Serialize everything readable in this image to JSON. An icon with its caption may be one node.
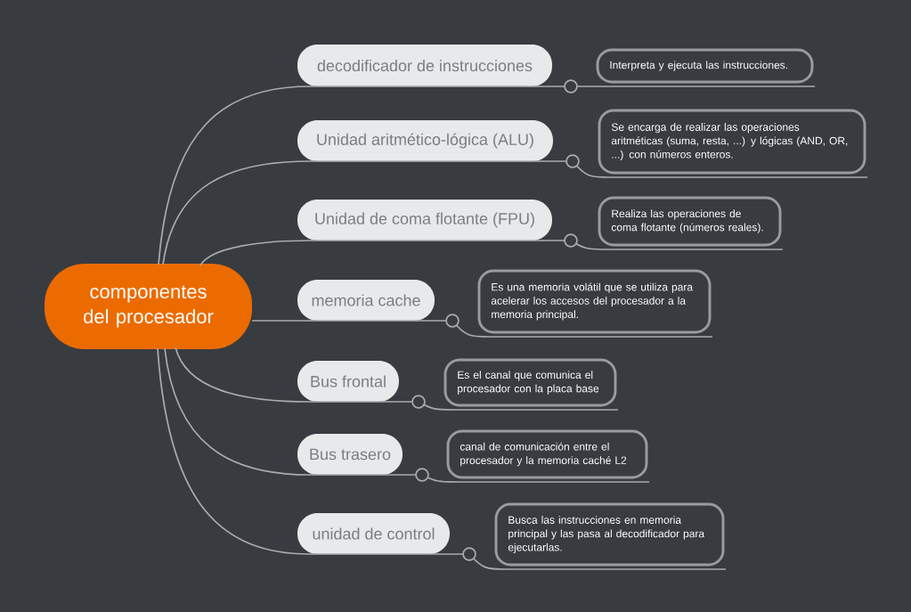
{
  "diagram": {
    "nodes": [
      {
        "text": [
          "componentes del procesador"
        ]
      },
      {
        "text": [
          "decodificador de instrucciones"
        ]
      },
      {
        "text": [
          "Unidad aritmético-lógica (ALU)"
        ]
      },
      {
        "text": [
          "Unidad de coma flotante (FPU)"
        ]
      },
      {
        "text": [
          "memoria cache"
        ]
      },
      {
        "text": [
          "Bus frontal"
        ]
      },
      {
        "text": [
          "Bus trasero"
        ]
      },
      {
        "text": [
          "unidad de control"
        ]
      },
      {
        "text": [
          "Interpreta y ejecuta las instrucciones."
        ]
      },
      {
        "text": [
          "Se encarga de realizar las operaciones aritméticas (suma, resta, ...) y lógicas (AND, OR, ...) con números enteros."
        ]
      },
      {
        "text": [
          "Realiza las operaciones de coma flotante (números reales)."
        ]
      },
      {
        "text": [
          "Es una memoria volátil que se utiliza para acelerar los accesos del procesador a la memoria principal."
        ]
      },
      {
        "text": [
          "Es el canal que comunica el procesador con la placa base"
        ]
      },
      {
        "text": [
          "canal de comunicación entre el procesador y la memoria caché L2"
        ]
      },
      {
        "text": [
          "Busca las instrucciones en memoria principal y las pasa al decodificador para ejecutarlas."
        ]
      }
    ],
    "edges": [
      {
        "from": 0,
        "to": 1,
        "arrow": "none"
      },
      {
        "from": 0,
        "to": 2,
        "arrow": "none"
      },
      {
        "from": 0,
        "to": 3,
        "arrow": "none"
      },
      {
        "from": 0,
        "to": 4,
        "arrow": "none"
      },
      {
        "from": 0,
        "to": 5,
        "arrow": "none"
      },
      {
        "from": 0,
        "to": 6,
        "arrow": "none"
      },
      {
        "from": 0,
        "to": 7,
        "arrow": "none"
      },
      {
        "from": 1,
        "to": 8,
        "arrow": "none"
      },
      {
        "from": 2,
        "to": 9,
        "arrow": "none"
      },
      {
        "from": 3,
        "to": 10,
        "arrow": "none"
      },
      {
        "from": 4,
        "to": 11,
        "arrow": "none"
      },
      {
        "from": 5,
        "to": 12,
        "arrow": "none"
      },
      {
        "from": 6,
        "to": 13,
        "arrow": "none"
      },
      {
        "from": 7,
        "to": 14,
        "arrow": "none"
      }
    ]
  }
}
